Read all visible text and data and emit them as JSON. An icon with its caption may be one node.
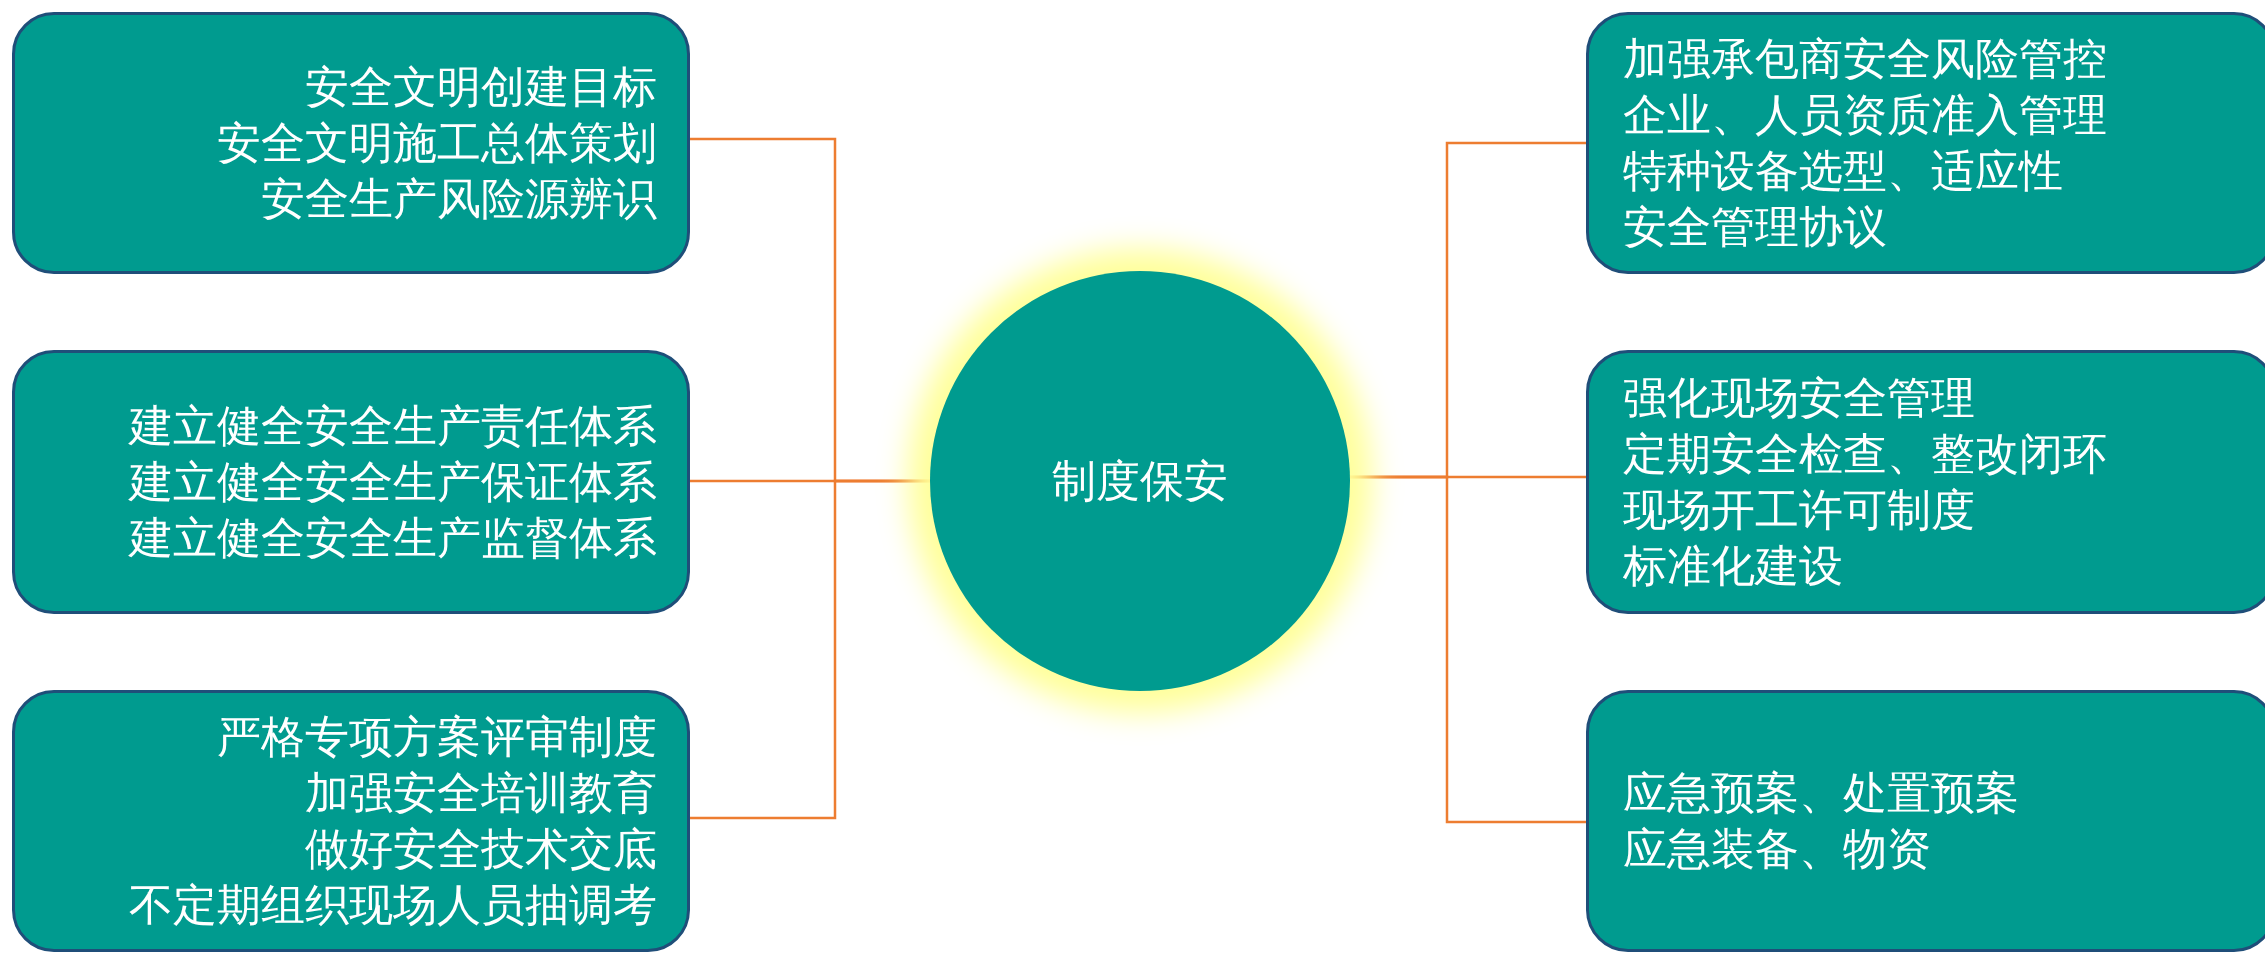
{
  "diagram": {
    "nodes": [
      {
        "text": [
          "安全文明创建目标",
          "安全文明施工总体策划",
          "安全生产风险源辨识"
        ]
      },
      {
        "text": [
          "建立健全安全生产责任体系",
          "建立健全安全生产保证体系",
          "建立健全安全生产监督体系"
        ]
      },
      {
        "text": [
          "严格专项方案评审制度",
          "加强安全培训教育",
          "做好安全技术交底",
          "不定期组织现场人员抽调考"
        ]
      },
      {
        "text": [
          "制度保安"
        ]
      },
      {
        "text": [
          "加强承包商安全风险管控",
          "企业、人员资质准入管理",
          "特种设备选型、适应性",
          "安全管理协议"
        ]
      },
      {
        "text": [
          "强化现场安全管理",
          "定期安全检查、整改闭环",
          "现场开工许可制度",
          "标准化建设"
        ]
      },
      {
        "text": [
          "应急预案、处置预案",
          "应急装备、物资"
        ]
      }
    ],
    "edges": [
      {
        "from": 3,
        "to": 0,
        "arrow": "none"
      },
      {
        "from": 3,
        "to": 1,
        "arrow": "none"
      },
      {
        "from": 3,
        "to": 2,
        "arrow": "none"
      },
      {
        "from": 3,
        "to": 4,
        "arrow": "none"
      },
      {
        "from": 3,
        "to": 5,
        "arrow": "none"
      },
      {
        "from": 3,
        "to": 6,
        "arrow": "none"
      }
    ]
  }
}
